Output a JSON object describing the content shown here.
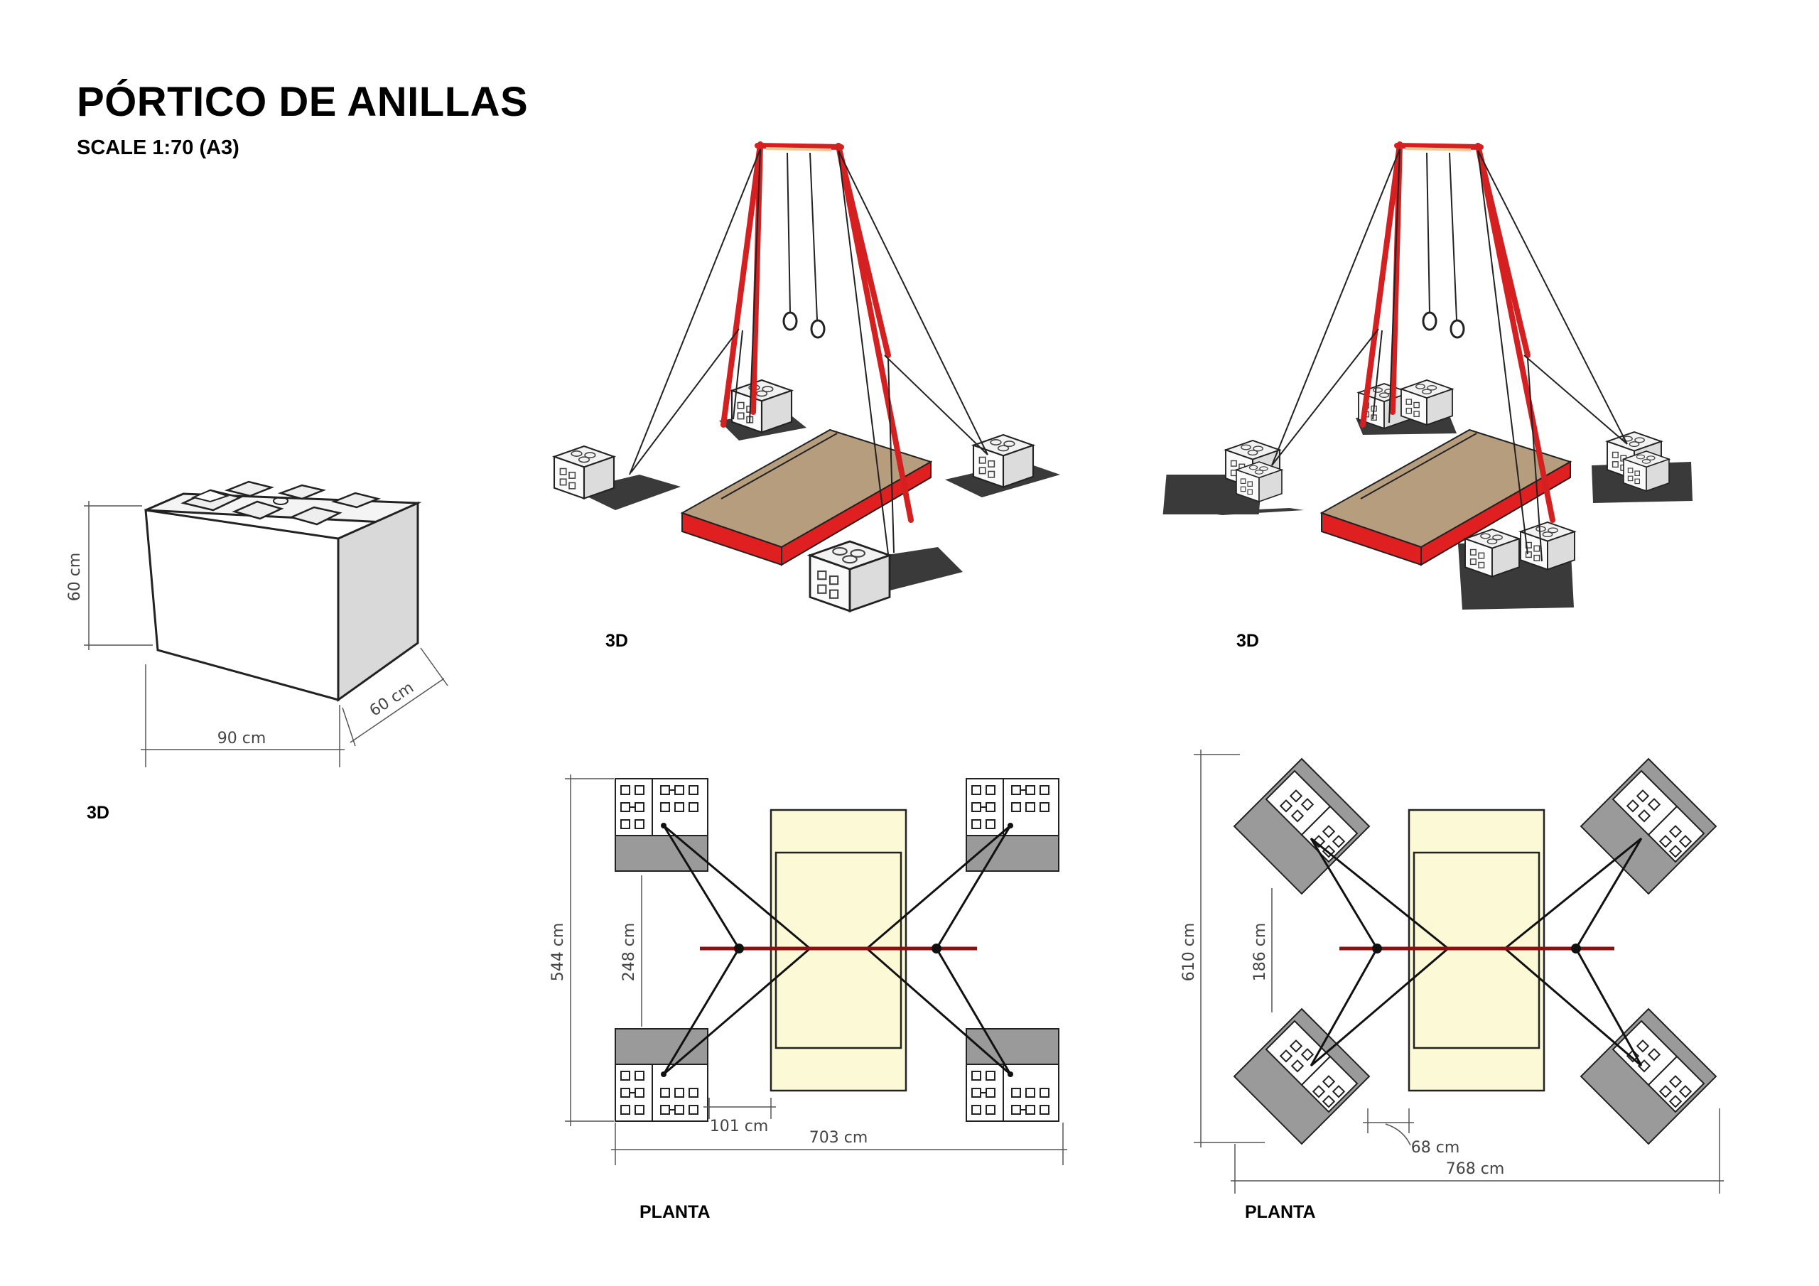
{
  "header": {
    "title": "PÓRTICO DE ANILLAS",
    "scale": "SCALE 1:70 (A3)"
  },
  "block_view": {
    "label": "3D",
    "dim_height": "60 cm",
    "dim_width": "90 cm",
    "dim_depth": "60 cm"
  },
  "views": {
    "top_left_label": "3D",
    "top_right_label": "3D",
    "bottom_left_label": "PLANTA",
    "bottom_right_label": "PLANTA"
  },
  "plan_a": {
    "dim_total_height": "544 cm",
    "dim_inner_height": "248 cm",
    "dim_gap": "101 cm",
    "dim_total_width": "703 cm"
  },
  "plan_b": {
    "dim_total_height": "610 cm",
    "dim_inner_height": "186 cm",
    "dim_gap": "68 cm",
    "dim_total_width": "768 cm"
  },
  "colors": {
    "frame": "#d42020",
    "mat_top": "#b59d7e",
    "mat_side": "#e02020",
    "plan_mat": "#fbf9d6",
    "base_grey": "#9a9a9a",
    "base_dark": "#3a3a3a"
  }
}
